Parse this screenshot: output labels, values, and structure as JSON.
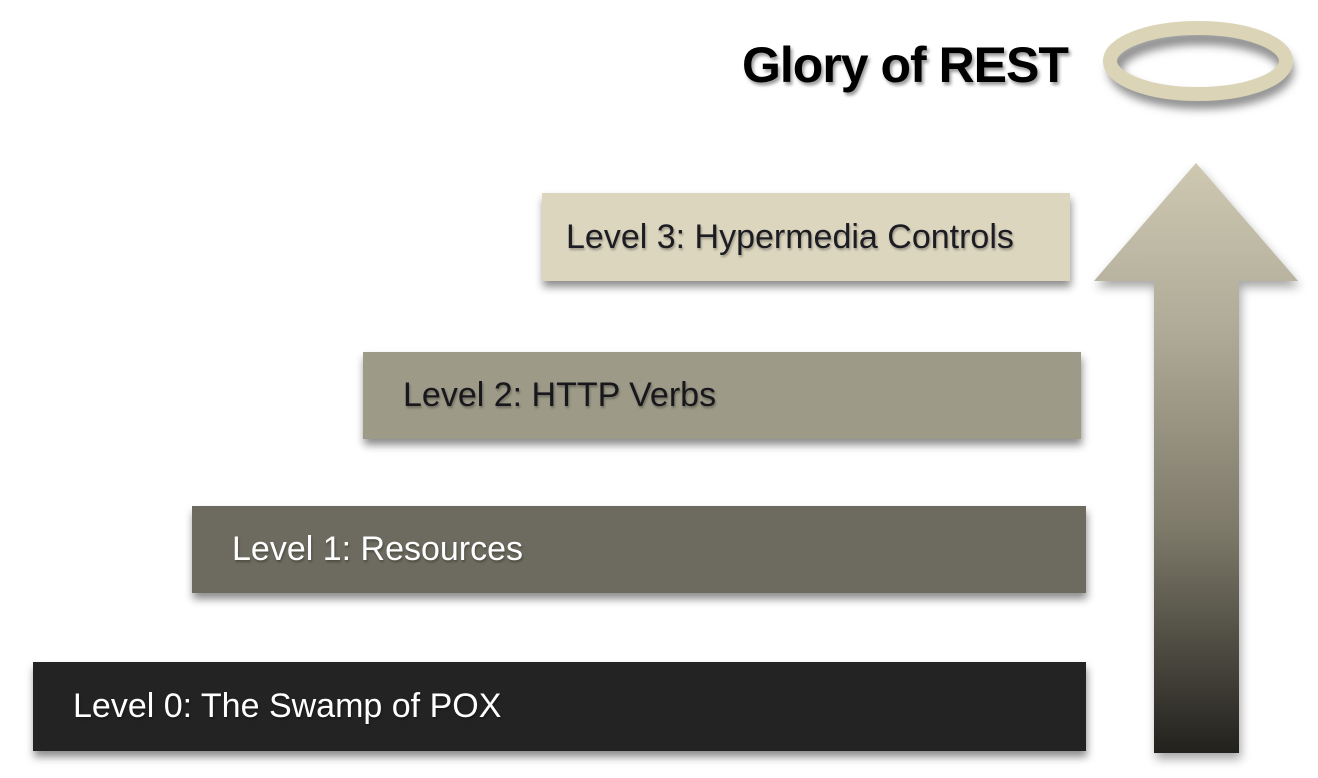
{
  "title": {
    "text": "Glory of REST"
  },
  "halo": {
    "color": "#dbd4b6",
    "shadow_color": "#8e8e8e"
  },
  "arrow": {
    "direction": "up",
    "gradient": [
      "#cec8b1",
      "#b0ab98",
      "#7e7a6a",
      "#22211d"
    ]
  },
  "levels": [
    {
      "level": 3,
      "label": "Level 3: Hypermedia Controls",
      "bg": "#dcd6bf",
      "text_color": "#1c1c22"
    },
    {
      "level": 2,
      "label": "Level 2: HTTP Verbs",
      "bg": "#9d9a87",
      "text_color": "#17171c"
    },
    {
      "level": 1,
      "label": "Level 1: Resources",
      "bg": "#6d6b5f",
      "text_color": "#ffffff"
    },
    {
      "level": 0,
      "label": "Level 0: The Swamp of POX",
      "bg": "#232323",
      "text_color": "#ffffff"
    }
  ],
  "background_color": "#ffffff"
}
